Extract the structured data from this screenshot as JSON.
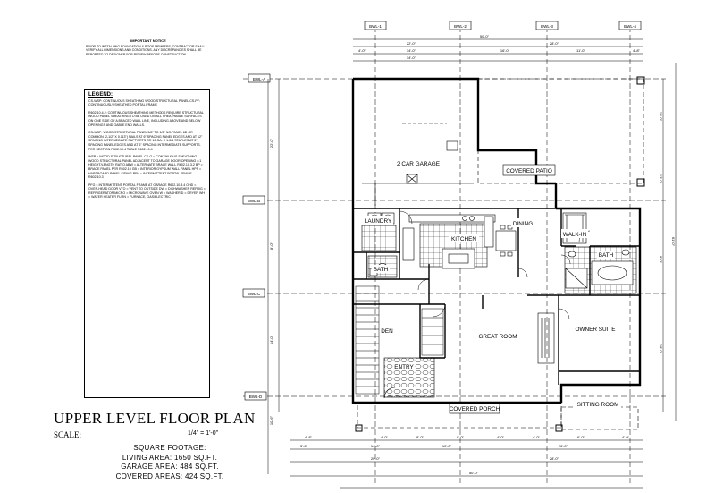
{
  "sheet": {
    "title": "UPPER LEVEL FLOOR PLAN",
    "scale_label": "SCALE:",
    "scale_value": "1/4\" = 1'-0\""
  },
  "notice": {
    "heading": "IMPORTANT NOTICE",
    "text": "PRIOR TO INSTALLING FOUNDATION & ROOF MEMBERS, CONTRACTOR SHALL VERIFY ALL DIMENSIONS AND CONDITIONS. ANY DISCREPANCIES SHALL BE REPORTED TO DESIGNER FOR REVIEW BEFORE CONSTRUCTION."
  },
  "legend": {
    "heading": "LEGEND:",
    "blocks": [
      "CS-WSP: CONTINUOUS SHEATHING  WOOD STRUCTURAL PANEL  CS-PF: CONTINUOUSLY SHEATHED  PORTAL FRAME",
      "R602.10.4.2: CONTINUOUS SHEATHING METHODS REQUIRE STRUCTURAL WOOD PANEL SHEATHING TO BE USED ON ALL SHEATHABLE SURFACES ON ONE SIDE OF A BRACED WALL LINE, INCLUDING ABOVE AND BELOW OPENINGS AND GABLE END WALLS.",
      "CS-WSP: WOOD STRUCTURAL PANEL 3/8\" TO 1/2\" NO-PANEL 6D OR COMMON (2-1/2\" X 0.113\") NAILS AT 6\" SPACING PANEL EDGES AND AT 12\" SPACING INTERMEDIATE SUPPORTS OR 16 GA. X 1-3/4 STAPLES AT 3\" SPACING PANEL EDGES AND AT 6\" SPACING INTERMEDIATE SUPPORTS. PER SECTION R602.10.4 TABLE R602.10.4",
      "WSP = WOOD STRUCTURAL PANEL  CS-G = CONTINUOUS SHEATHING WOOD STRUCTURAL PANEL ADJACENT TO GARAGE DOOR OPENING 4:1 HEIGHT/LENGTH RATIO  ABW = ALTERNATE BRACE WALL R602.10.3.2  BP = BRACE PANEL PER R602.10  GB = INTERIOR GYPSUM WALL PANEL  HPS = HARDBOARD PANEL SIDING  PFH = INTERMITTENT PORTAL FRAME R602.10.3",
      "PFG = INTERMITTENT PORTAL FRAME AT GARAGE R602.10.3.4  OHD = OVER-HEAD DOOR  VTO = VENT TO OUTSIDE  DW = DISHWASHER  REFRIG = REFRIGERATOR  MICRO = MICROWAVE OVEN  W = WASHER  D = DRYER  WH = WATER HEATER  FURN = FURNACE, GAS/ELECTRIC"
    ]
  },
  "square_footage": {
    "heading": "SQUARE FOOTAGE:",
    "living": "LIVING AREA: 1650 SQ.FT.",
    "garage": "GARAGE AREA: 484 SQ.FT.",
    "covered": "COVERED AREAS: 424 SQ.FT."
  },
  "rooms": {
    "garage": "2 CAR GARAGE",
    "patio": "COVERED PATIO",
    "laundry": "LAUNDRY",
    "kitchen": "KITCHEN",
    "dining": "DINING",
    "walkin": "WALK-IN",
    "bath1": "BATH",
    "bath2": "BATH",
    "den": "DEN",
    "great": "GREAT ROOM",
    "owner": "OWNER SUITE",
    "entry": "ENTRY",
    "porch": "COVERED PORCH",
    "sitting": "SITTING ROOM"
  },
  "braced_lines": {
    "top": [
      "BWL-1",
      "BWL-2",
      "BWL-3",
      "BWL-4"
    ],
    "side": [
      "BWL-A",
      "BWL-B",
      "BWL-C",
      "BWL-D"
    ]
  },
  "dimensions": {
    "overall_top": "50'-0\"",
    "overall_bottom": "50'-0\"",
    "garage_width": "22'-0\"",
    "patio_width": "28'-0\"",
    "top_chain": [
      "4'-0\"",
      "14'-0\"",
      "16'-0\"",
      "11'-0\"",
      "4'-8\"",
      "14'-0\""
    ],
    "left_chain": [
      "22'-0\"",
      "8'-0\"",
      "14'-0\"",
      "10'-6\""
    ],
    "right_overall": "61'-0\"",
    "right_chain": [
      "10'-0\"",
      "13'-0\"",
      "8'-0\"",
      "18'-0\""
    ],
    "bottom_chain": [
      "4'-8\"",
      "4'-0\"",
      "8'-0\"",
      "8'-0\"",
      "4'-0\"",
      "4'-0\"",
      "6'-0\"",
      "4'-0\""
    ],
    "bottom_row2": [
      "3'-6\"",
      "14'-0\"",
      "10'-0\"",
      "26'-0\""
    ],
    "bottom_row3": [
      "20'-0\"",
      "28'-0\""
    ]
  }
}
